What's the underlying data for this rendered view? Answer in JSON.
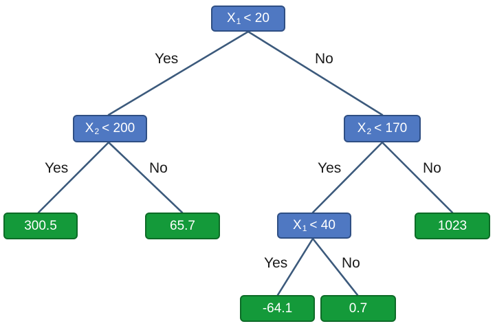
{
  "nodes": {
    "root": {
      "var": "X",
      "sub": "1",
      "rest": "< 20"
    },
    "left_split": {
      "var": "X",
      "sub": "2",
      "rest": "< 200"
    },
    "right_split": {
      "var": "X",
      "sub": "2",
      "rest": "< 170"
    },
    "inner_split": {
      "var": "X",
      "sub": "1",
      "rest": "< 40"
    },
    "leaf_1": "300.5",
    "leaf_2": "65.7",
    "leaf_3": "-64.1",
    "leaf_4": "0.7",
    "leaf_5": "1023"
  },
  "edges": {
    "root_yes": "Yes",
    "root_no": "No",
    "left_yes": "Yes",
    "left_no": "No",
    "right_yes": "Yes",
    "right_no": "No",
    "inner_yes": "Yes",
    "inner_no": "No"
  },
  "colors": {
    "split_fill": "#4f78c2",
    "split_border": "#2f4f84",
    "leaf_fill": "#149a3a",
    "leaf_border": "#0d6b27",
    "edge": "#3c5a7c"
  }
}
